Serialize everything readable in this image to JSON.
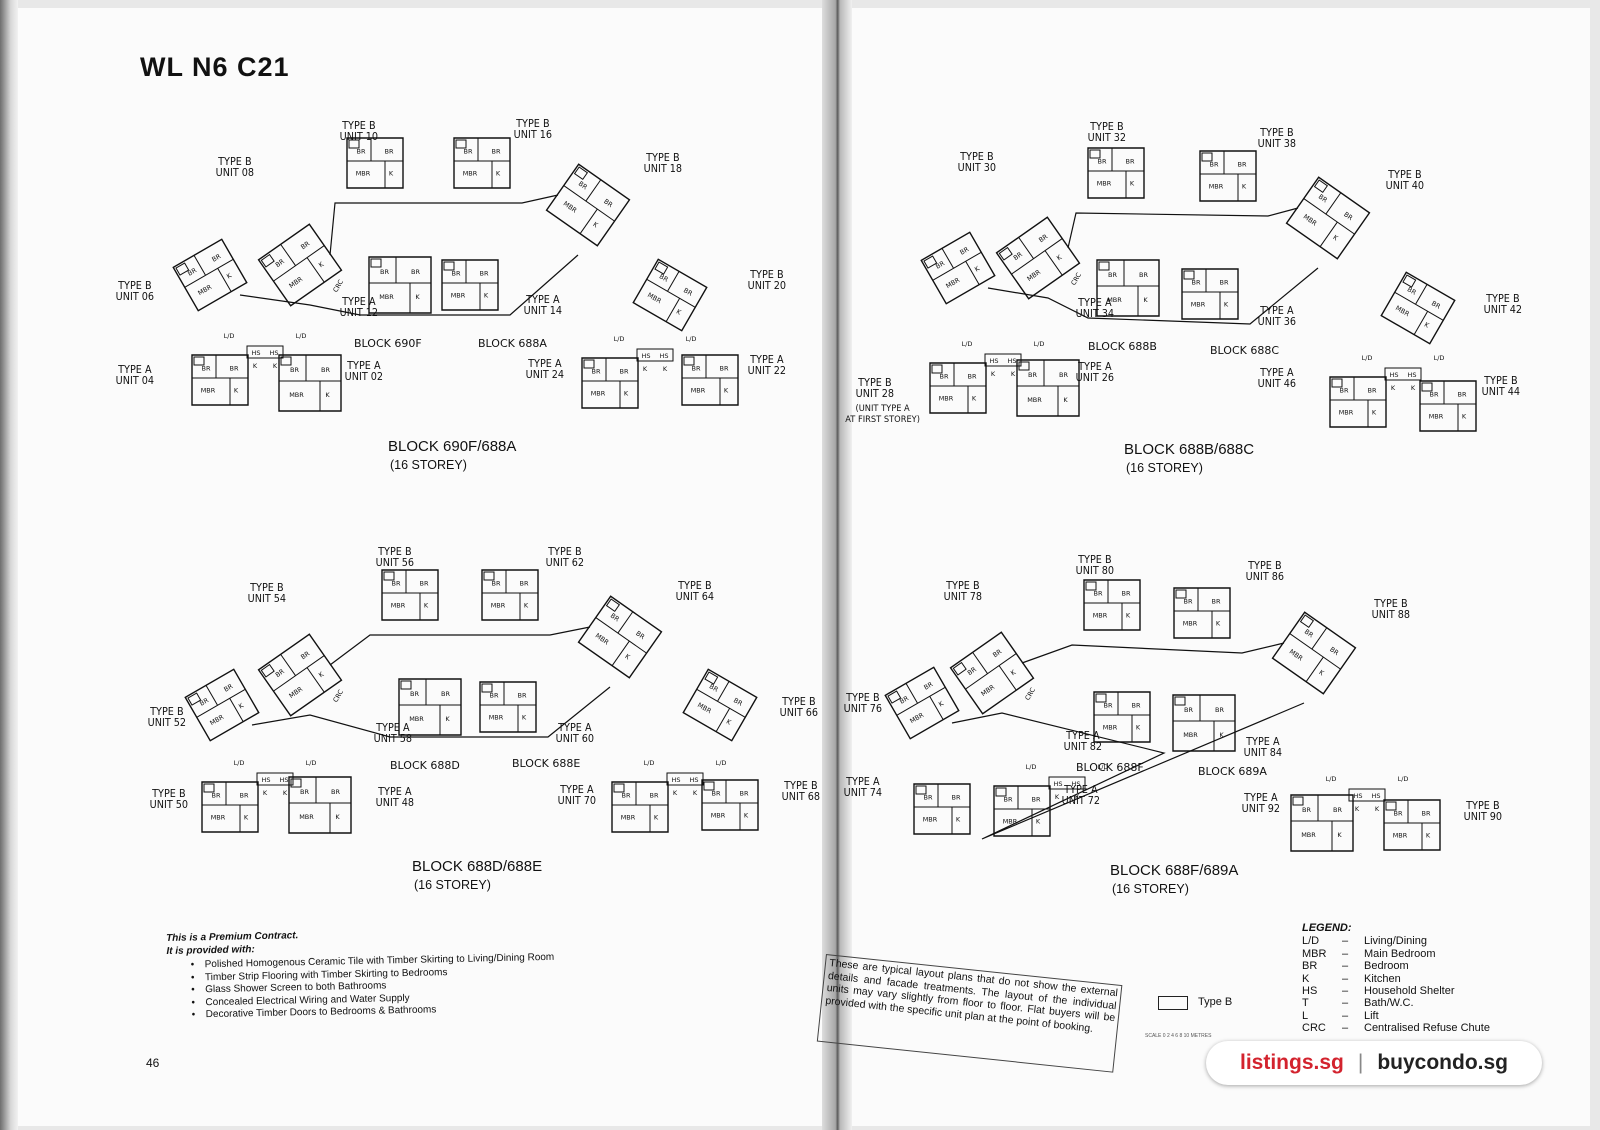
{
  "title": "WL N6 C21",
  "plans": [
    {
      "block_title": "BLOCK 690F/688A",
      "storey": "(16 STOREY)",
      "blocks": [
        "BLOCK 690F",
        "BLOCK 688A"
      ],
      "units": [
        [
          "TYPE B",
          "UNIT 10"
        ],
        [
          "TYPE B",
          "UNIT 16"
        ],
        [
          "TYPE B",
          "UNIT 08"
        ],
        [
          "TYPE B",
          "UNIT 18"
        ],
        [
          "TYPE B",
          "UNIT 06"
        ],
        [
          "TYPE B",
          "UNIT 20"
        ],
        [
          "TYPE A",
          "UNIT 12"
        ],
        [
          "TYPE A",
          "UNIT 14"
        ],
        [
          "TYPE A",
          "UNIT 04"
        ],
        [
          "TYPE A",
          "UNIT 02"
        ],
        [
          "TYPE A",
          "UNIT 24"
        ],
        [
          "TYPE A",
          "UNIT 22"
        ]
      ]
    },
    {
      "block_title": "BLOCK 688B/688C",
      "storey": "(16 STOREY)",
      "blocks": [
        "BLOCK 688B",
        "BLOCK 688C"
      ],
      "units": [
        [
          "TYPE B",
          "UNIT 32"
        ],
        [
          "TYPE B",
          "UNIT 38"
        ],
        [
          "TYPE B",
          "UNIT 30"
        ],
        [
          "TYPE B",
          "UNIT 40"
        ],
        [
          "TYPE B",
          "UNIT 42"
        ],
        [
          "TYPE A",
          "UNIT 34"
        ],
        [
          "TYPE A",
          "UNIT 36"
        ],
        [
          "TYPE B",
          "UNIT 28"
        ],
        [
          "TYPE A",
          "UNIT 26"
        ],
        [
          "TYPE A",
          "UNIT 46"
        ],
        [
          "TYPE B",
          "UNIT 44"
        ]
      ],
      "note": [
        "(UNIT TYPE A",
        "AT FIRST STOREY)"
      ]
    },
    {
      "block_title": "BLOCK 688D/688E",
      "storey": "(16 STOREY)",
      "blocks": [
        "BLOCK 688D",
        "BLOCK 688E"
      ],
      "units": [
        [
          "TYPE B",
          "UNIT 56"
        ],
        [
          "TYPE B",
          "UNIT 62"
        ],
        [
          "TYPE B",
          "UNIT 54"
        ],
        [
          "TYPE B",
          "UNIT 64"
        ],
        [
          "TYPE B",
          "UNIT 52"
        ],
        [
          "TYPE B",
          "UNIT 66"
        ],
        [
          "TYPE A",
          "UNIT 58"
        ],
        [
          "TYPE A",
          "UNIT 60"
        ],
        [
          "TYPE B",
          "UNIT 50"
        ],
        [
          "TYPE A",
          "UNIT 48"
        ],
        [
          "TYPE A",
          "UNIT 70"
        ],
        [
          "TYPE B",
          "UNIT 68"
        ]
      ]
    },
    {
      "block_title": "BLOCK 688F/689A",
      "storey": "(16 STOREY)",
      "blocks": [
        "BLOCK 688F",
        "BLOCK 689A"
      ],
      "units": [
        [
          "TYPE B",
          "UNIT 80"
        ],
        [
          "TYPE B",
          "UNIT 86"
        ],
        [
          "TYPE B",
          "UNIT 78"
        ],
        [
          "TYPE B",
          "UNIT 88"
        ],
        [
          "TYPE B",
          "UNIT 76"
        ],
        [
          "TYPE A",
          "UNIT 82"
        ],
        [
          "TYPE A",
          "UNIT 84"
        ],
        [
          "TYPE A",
          "UNIT 74"
        ],
        [
          "TYPE A",
          "UNIT 72"
        ],
        [
          "TYPE A",
          "UNIT 92"
        ],
        [
          "TYPE B",
          "UNIT 90"
        ]
      ]
    }
  ],
  "room_labels": [
    "BR",
    "MBR",
    "L/D",
    "K",
    "HS",
    "CRC"
  ],
  "specs": {
    "heading1": "This is a Premium Contract.",
    "heading2": "It is provided with:",
    "items": [
      "Polished Homogenous Ceramic Tile with Timber Skirting to Living/Dining Room",
      "Timber Strip Flooring with Timber Skirting to Bedrooms",
      "Glass Shower Screen to both Bathrooms",
      "Concealed Electrical Wiring and Water Supply",
      "Decorative Timber Doors to Bedrooms & Bathrooms"
    ]
  },
  "page_number": "46",
  "disclaimer": "These are typical layout plans that do not show the external details and facade treatments. The layout of the individual units may vary slightly from floor to floor. Flat buyers will be provided with the specific unit plan at the point of booking.",
  "type_key": "Type B",
  "scale_text": "SCALE 0 2 4 6 8 10 METRES",
  "legend": {
    "title": "LEGEND:",
    "rows": [
      [
        "L/D",
        "–",
        "Living/Dining"
      ],
      [
        "MBR",
        "–",
        "Main Bedroom"
      ],
      [
        "BR",
        "–",
        "Bedroom"
      ],
      [
        "K",
        "–",
        "Kitchen"
      ],
      [
        "HS",
        "–",
        "Household Shelter"
      ],
      [
        "T",
        "–",
        "Bath/W.C."
      ],
      [
        "L",
        "–",
        "Lift"
      ],
      [
        "CRC",
        "–",
        "Centralised Refuse Chute"
      ]
    ]
  },
  "watermark": {
    "left": "listings.sg",
    "sep": "|",
    "right": "buycondo.sg"
  }
}
